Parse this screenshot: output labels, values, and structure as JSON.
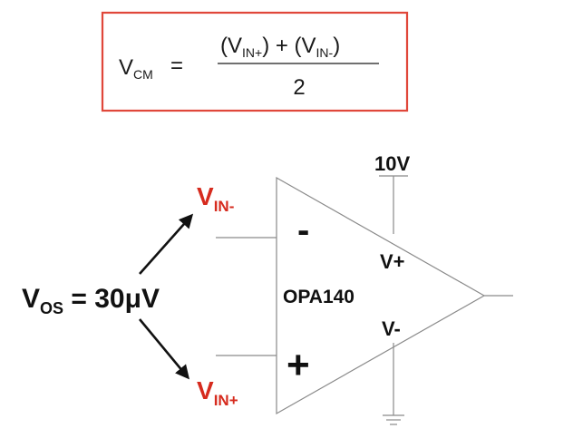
{
  "formula": {
    "lhs_main": "V",
    "lhs_sub": "CM",
    "equals": "=",
    "num_open1": "(V",
    "num_sub1": "IN+",
    "num_mid": ") + (V",
    "num_sub2": "IN-",
    "num_close": ")",
    "denominator": "2",
    "box_color": "#e0473a"
  },
  "diagram": {
    "supply_label": "10V",
    "vin_minus_main": "V",
    "vin_minus_sub": "IN-",
    "vin_plus_main": "V",
    "vin_plus_sub": "IN+",
    "vos_main": "V",
    "vos_sub": "OS",
    "vos_rest": " = 30μV",
    "inverting_sign": "-",
    "noninverting_sign": "+",
    "vplus_label": "V+",
    "vminus_label": "V-",
    "opamp_name": "OPA140",
    "label_color": "#d62b1e"
  }
}
